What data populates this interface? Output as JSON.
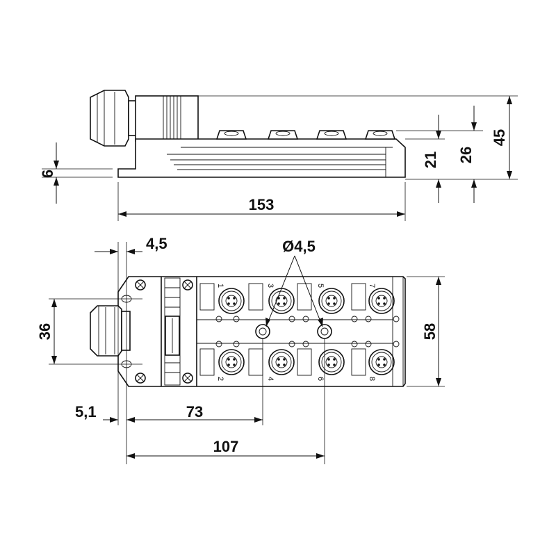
{
  "dimensions": {
    "height_small": "6",
    "length_total": "153",
    "height_body": "21",
    "height_port": "26",
    "height_total": "45",
    "offset_top": "4,5",
    "hole_diameter": "Ø4,5",
    "gland_spacing": "36",
    "width_body": "58",
    "offset_left": "5,1",
    "hole_distance_1": "73",
    "hole_distance_2": "107"
  },
  "ports": {
    "top_row": [
      "1",
      "3",
      "5",
      "7"
    ],
    "bottom_row": [
      "2",
      "4",
      "6",
      "8"
    ]
  }
}
